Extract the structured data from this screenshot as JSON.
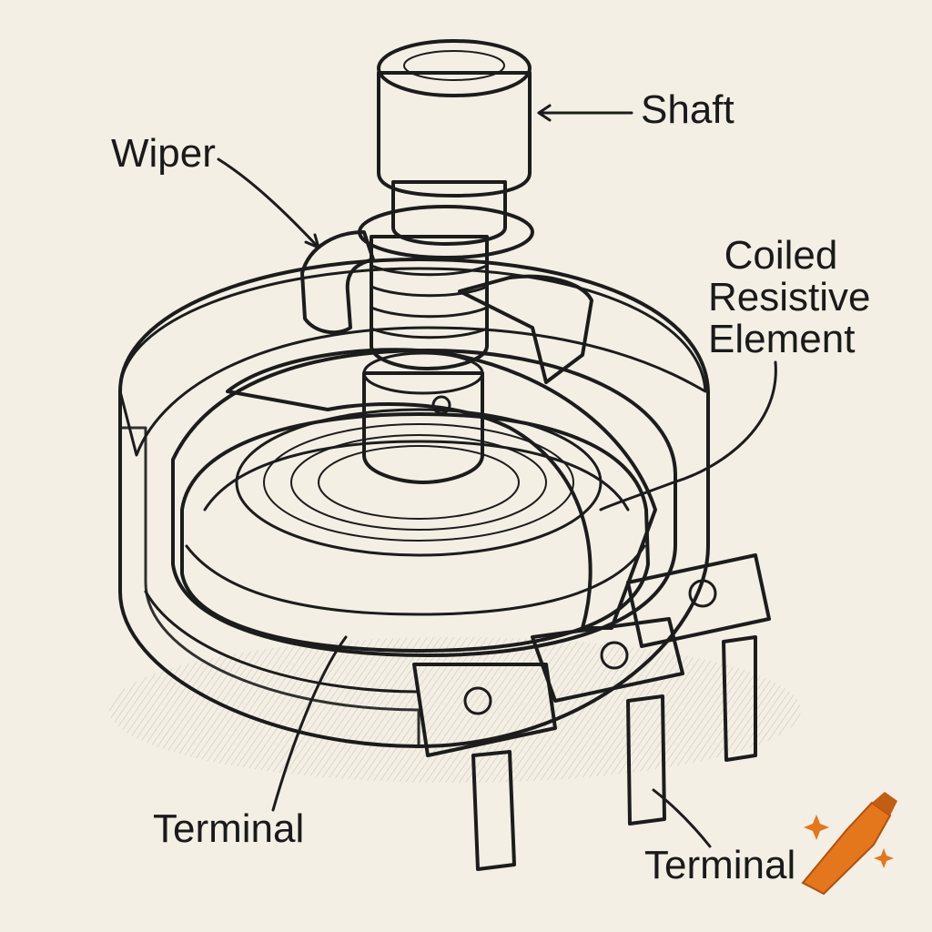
{
  "labels": {
    "shaft": "Shaft",
    "wiper": "Wiper",
    "coiled": [
      "Coiled",
      "Resistive",
      "Element"
    ],
    "terminal_left": "Terminal",
    "terminal_right": "Terminal"
  },
  "icons": {
    "logo": "crayon-sparkle-icon"
  },
  "colors": {
    "paper": "#f3efe4",
    "ink": "#1c1c1c",
    "crayon": "#e4761b"
  }
}
